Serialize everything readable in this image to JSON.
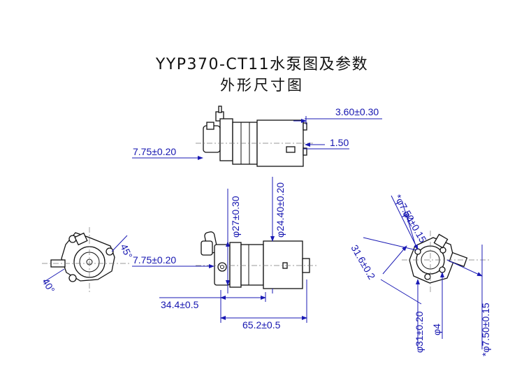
{
  "title": {
    "line1": "YYP370-CT11水泵图及参数",
    "line2": "外形尺寸图"
  },
  "dimensions": {
    "top_view": {
      "d1": "3.60±0.30",
      "d2": "1.50",
      "d3": "7.75±0.20"
    },
    "side_view": {
      "inlet": "7.75±0.20",
      "phi27": "φ27±0.30",
      "phi24": "φ24.40±0.20",
      "len34": "34.4±0.5",
      "len65": "65.2±0.5"
    },
    "left_view": {
      "angle45": "45°",
      "angle40": "40°"
    },
    "right_view": {
      "phi750a": "*φ7.50±0.15",
      "phi4a": "φ4",
      "r316": "31.6±0.2",
      "phi31": "φ31±0.20",
      "phi4b": "φ4",
      "phi750b": "*φ7.50±0.15"
    }
  },
  "colors": {
    "dimension": "#1515b0",
    "outline": "#111111"
  }
}
